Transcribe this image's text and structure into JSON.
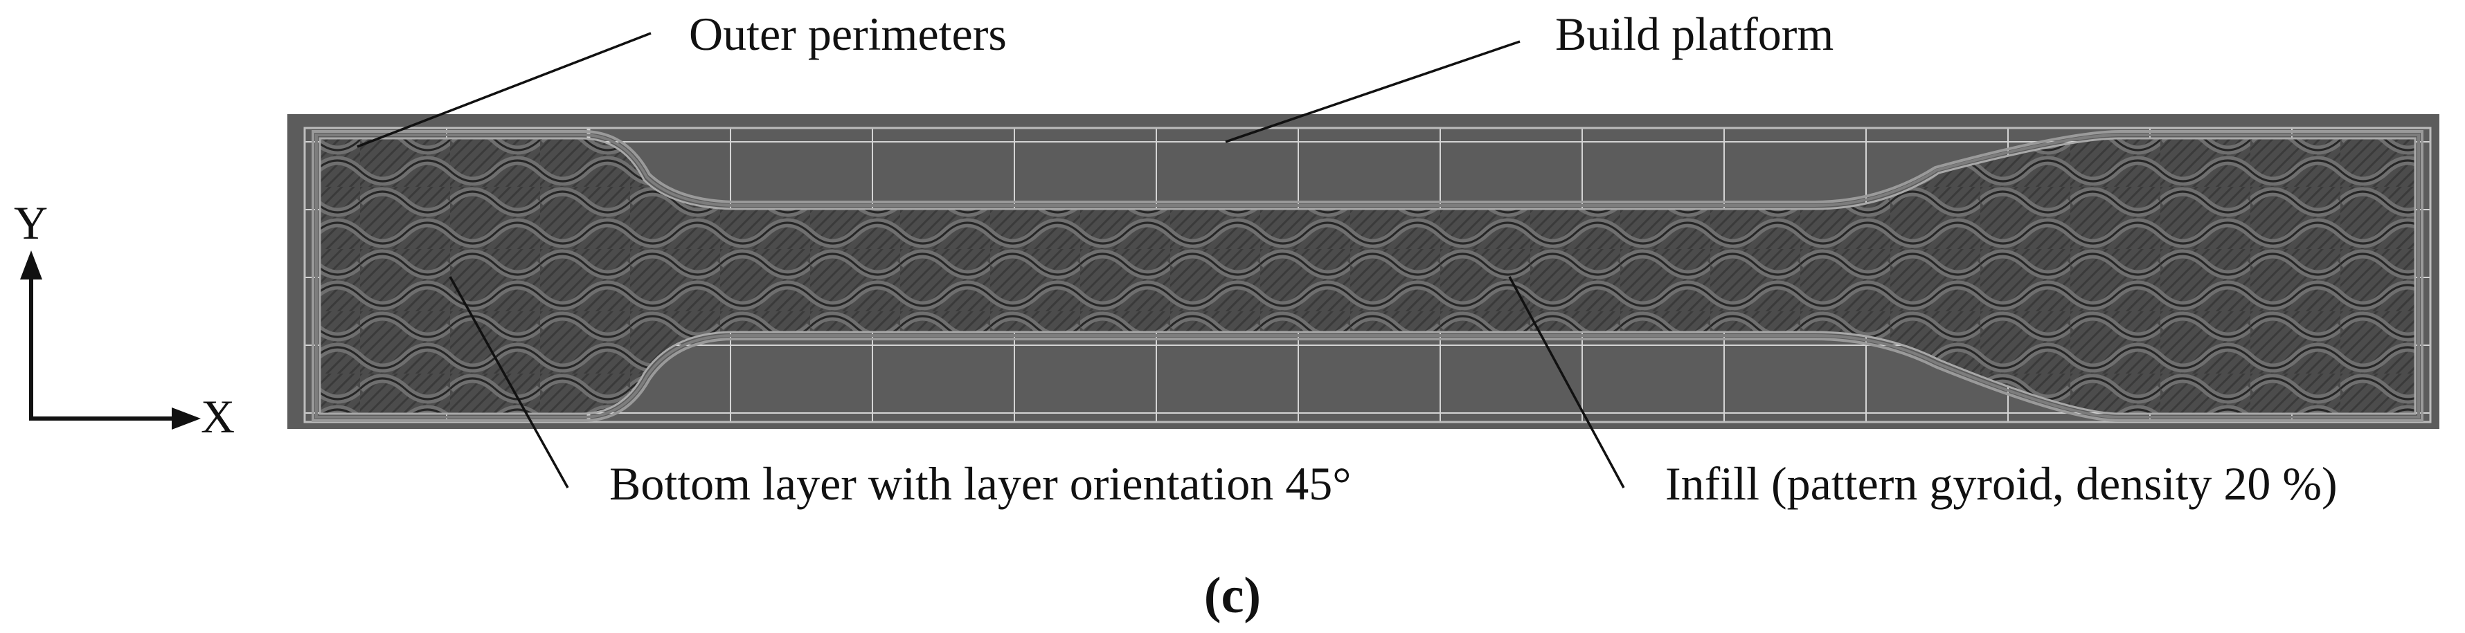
{
  "annotations": {
    "outer_perimeters": "Outer perimeters",
    "build_platform": "Build platform",
    "bottom_layer": "Bottom layer with layer orientation 45°",
    "infill": "Infill (pattern gyroid, density 20 %)"
  },
  "axes": {
    "x": "X",
    "y": "Y"
  },
  "panel_label": "(c)",
  "colors": {
    "platform": "#5c5c5c",
    "grid_line": "#d4d4d4",
    "specimen": "#4a4a4a",
    "perimeter": "#8a8a8a",
    "gyroid_light": "#6e6e6e",
    "gyroid_dark": "#2f2f2f",
    "leader_line": "#111111"
  }
}
